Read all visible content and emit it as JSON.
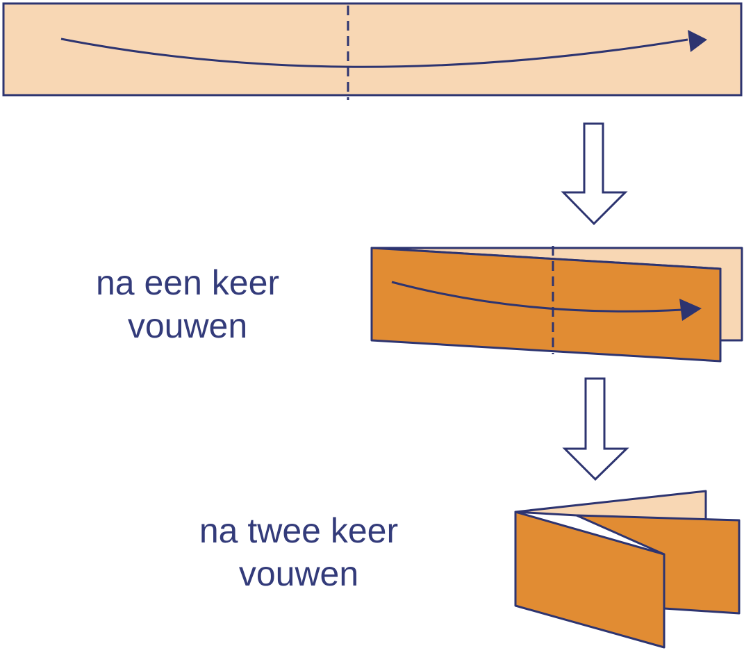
{
  "labels": {
    "after_one_fold": {
      "line1": "na een keer",
      "line2": "vouwen"
    },
    "after_two_folds": {
      "line1": "na twee keer",
      "line2": "vouwen"
    }
  },
  "colors": {
    "outline": "#2d3470",
    "paper_light": "#f8d7b4",
    "paper_dark": "#e18c33",
    "text": "#333b7a",
    "arrow_fill": "#ffffff"
  },
  "icons": {
    "fold_arrow": "curved-arrow-right",
    "step_arrow": "hollow-arrow-down"
  }
}
